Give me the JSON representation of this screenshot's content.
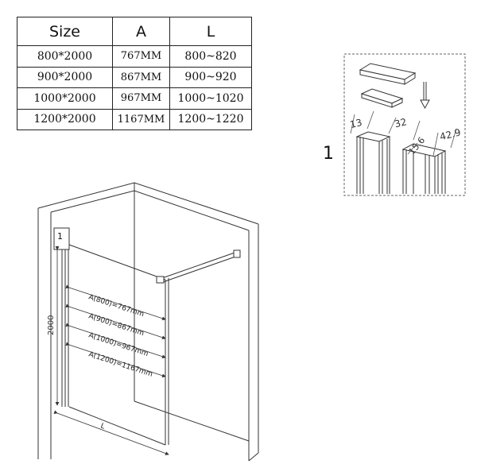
{
  "table": {
    "headers": [
      "Size",
      "A",
      "L"
    ],
    "rows": [
      [
        "800*2000",
        "767MM",
        "800~820"
      ],
      [
        "900*2000",
        "867MM",
        "900~920"
      ],
      [
        "1000*2000",
        "967MM",
        "1000~1020"
      ],
      [
        "1200*2000",
        "1167MM",
        "1200~1220"
      ]
    ]
  },
  "detail": {
    "callout_label": "1",
    "dim_left": "13",
    "dim_middle": "32",
    "dim_right": "42.9",
    "dim_small": "15.6"
  },
  "main": {
    "callout_label": "1",
    "height_label": "2000",
    "width_label": "L",
    "a_labels": [
      "A(800)=767mm",
      "A(900)=867mm",
      "A(1000)=967mm",
      "A(1200)=1167mm"
    ]
  }
}
